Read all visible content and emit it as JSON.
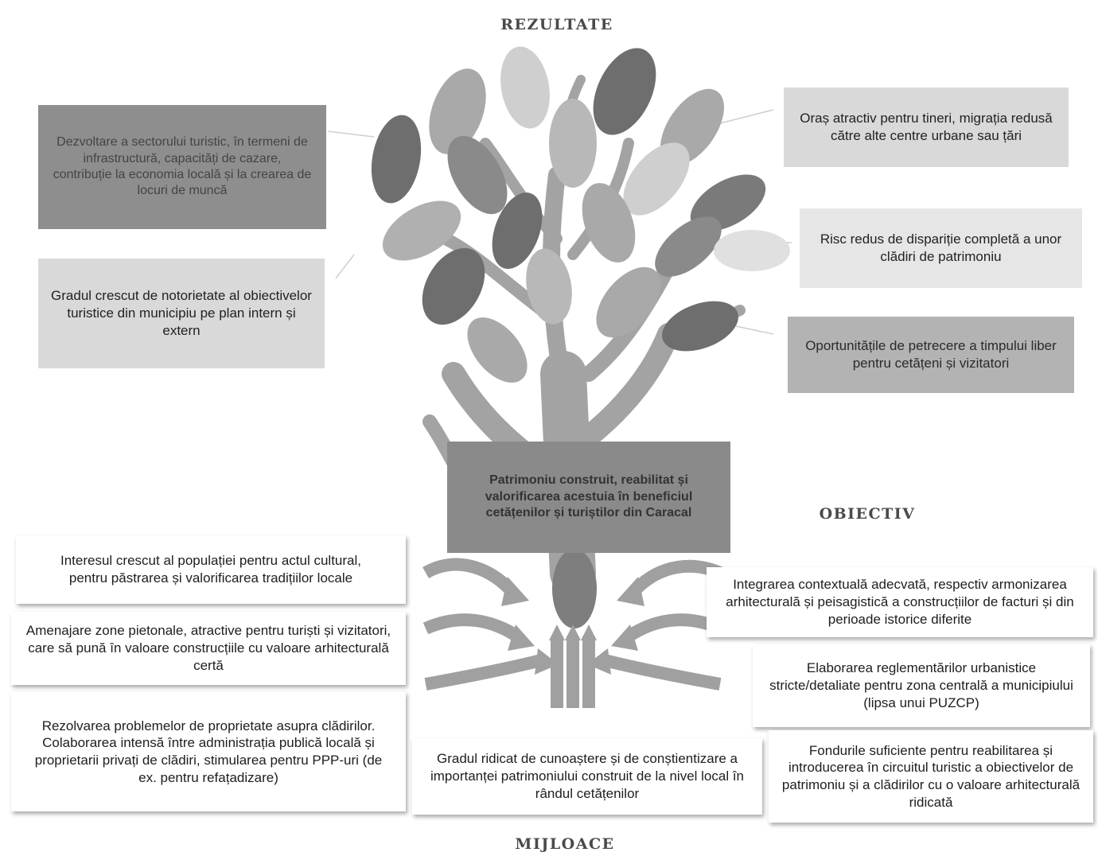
{
  "headings": {
    "top": "REZULTATE",
    "objective": "OBIECTIV",
    "bottom": "MIJLOACE"
  },
  "results_left": [
    "Dezvoltare a sectorului turistic, în termeni de infrastructură, capacități de cazare, contribuție la economia locală și la crearea de locuri de muncă",
    "Gradul crescut de notorietate al obiectivelor turistice din municipiu pe plan intern și extern"
  ],
  "results_right": [
    "Oraș atractiv pentru tineri, migrația redusă către alte centre urbane sau țări",
    "Risc redus de dispariție completă a unor clădiri de patrimoniu",
    "Oportunitățile de petrecere a timpului liber pentru cetățeni și vizitatori"
  ],
  "objective": "Patrimoniu construit, reabilitat și valorificarea acestuia în beneficiul cetățenilor și turiștilor din Caracal",
  "means_left": [
    "Interesul crescut al populației pentru actul cultural, pentru păstrarea și valorificarea tradițiilor locale",
    "Amenajare zone pietonale, atractive pentru turiști și vizitatori, care să pună în valoare construcțiile cu valoare arhitecturală certă",
    "Rezolvarea problemelor de proprietate asupra clădirilor. Colaborarea intensă între administrația publică locală și proprietarii privați de clădiri, stimularea pentru PPP-uri (de ex. pentru refațadizare)"
  ],
  "means_center": "Gradul ridicat de cunoaștere și de conștientizare a importanței patrimoniului construit de la nivel local în rândul cetățenilor",
  "means_right": [
    "Integrarea contextuală adecvată, respectiv armonizarea arhitecturală și peisagistică a construcțiilor de facturi și din perioade istorice diferite",
    "Elaborarea reglementărilor urbanistice stricte/detaliate pentru zona centrală a municipiului (lipsa unui PUZCP)",
    "Fondurile suficiente pentru reabilitarea și introducerea în circuitul turistic a obiectivelor de patrimoniu și a clădirilor cu o valoare arhitecturală ridicată"
  ],
  "colors": {
    "trunk": "#9a9a9a",
    "leaf_dark": "#6e6e6e",
    "leaf_mid": "#a9a9a9",
    "leaf_light": "#cfcfcf",
    "arrow": "#a0a0a0"
  }
}
